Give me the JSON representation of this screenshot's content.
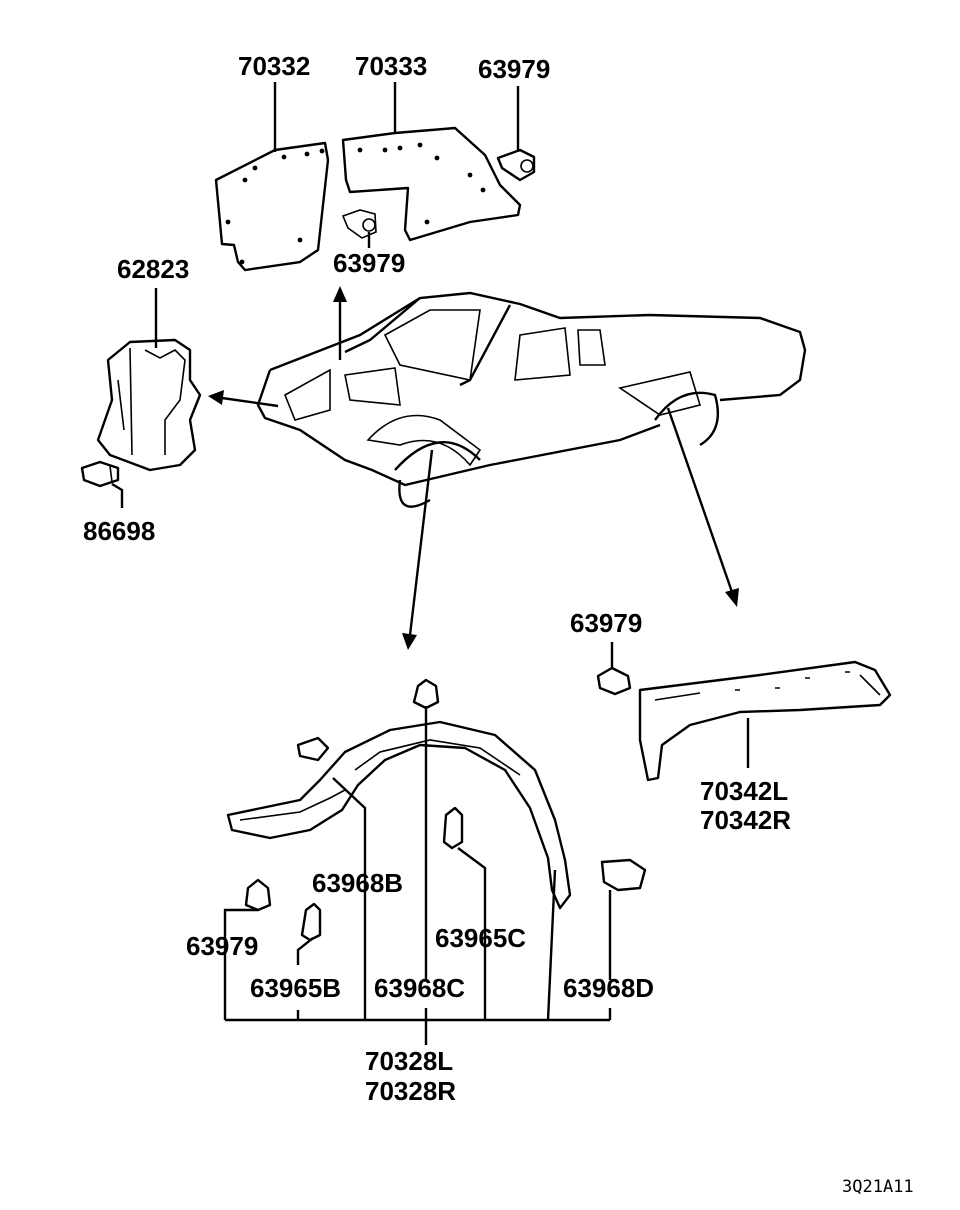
{
  "diagram_code": "3Q21A11",
  "labels": {
    "p70332": "70332",
    "p70333": "70333",
    "p63979_top": "63979",
    "p63979_mid": "63979",
    "p62823": "62823",
    "p86698": "86698",
    "p63979_right": "63979",
    "p70342L": "70342L",
    "p70342R": "70342R",
    "p63968B": "63968B",
    "p63979_low": "63979",
    "p63965B": "63965B",
    "p63968C": "63968C",
    "p63965C": "63965C",
    "p63968D": "63968D",
    "p70328L": "70328L",
    "p70328R": "70328R"
  }
}
